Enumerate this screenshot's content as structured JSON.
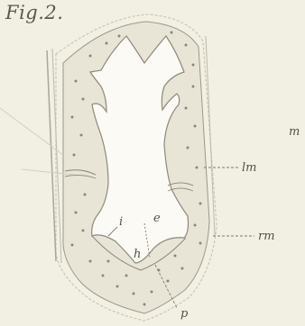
{
  "figure": {
    "title": "Fig.2.",
    "labels": {
      "m": "m",
      "lm": "lm",
      "rm": "rm",
      "e": "e",
      "i": "i",
      "h": "h",
      "p": "p"
    }
  }
}
